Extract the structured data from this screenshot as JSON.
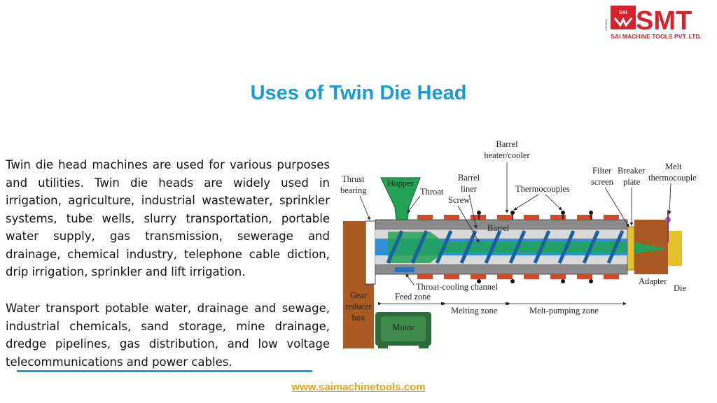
{
  "logo": {
    "brand": "SMT",
    "company": "SAI MACHINE TOOLS PVT. LTD.",
    "emblem": "SAI",
    "side_text": "ISO 9001"
  },
  "title": "Uses of Twin Die Head",
  "paragraph1": "Twin die head machines are used for various purposes and utilities. Twin die heads are widely used in irrigation, agriculture, industrial wastewater, sprinkler systems, tube wells, slurry transportation, portable water supply, gas transmission, sewerage and drainage, chemical industry, telephone cable diction, drip irrigation, sprinkler and lift irrigation.",
  "paragraph2": " Water transport potable water, drainage and sewage, industrial chemicals, sand storage, mine drainage, dredge pipelines, gas distribution, and low voltage telecommunications and power cables.",
  "website": "www.saimachinetools.com",
  "diagram": {
    "labels": {
      "barrel_heater_1": "Barrel",
      "barrel_heater_2": "heater/cooler",
      "thrust_1": "Thrust",
      "thrust_2": "bearing",
      "hopper": "Hopper",
      "throat": "Throat",
      "barrel_liner_1": "Barrel",
      "barrel_liner_2": "liner",
      "screw": "Screw",
      "thermocouples": "Thermocouples",
      "filter_1": "Filter",
      "filter_2": "screen",
      "breaker_1": "Breaker",
      "breaker_2": "plate",
      "melt_1": "Melt",
      "melt_2": "thermocouple",
      "barrel": "Barrel",
      "gear_1": "Gear",
      "gear_2": "reducer",
      "gear_3": "box",
      "motor": "Motor",
      "throat_cooling": "Throat-cooling  channel",
      "feed_zone": "Feed  zone",
      "melting_zone": "Melting  zone",
      "melt_pumping_zone": "Melt-pumping  zone",
      "adapter": "Adapter",
      "die": "Die"
    }
  }
}
